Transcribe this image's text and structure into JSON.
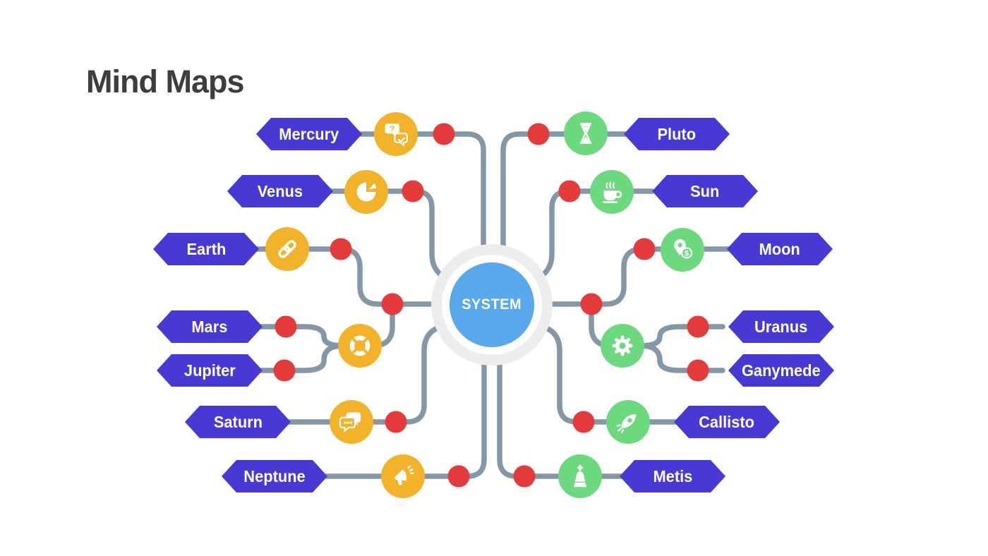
{
  "title": "Mind Maps",
  "center": {
    "label": "SYSTEM"
  },
  "colors": {
    "node": "#4839D4",
    "line": "#8497A6",
    "dot": "#E33B3B",
    "left_accent": "#F2B32A",
    "right_accent": "#6CD97E",
    "center_fill": "#59A8EC",
    "center_ring": "#EDEDED",
    "title": "#3D3D3D"
  },
  "branches": {
    "left": [
      {
        "label": "Mercury",
        "icon": "qa-chat-icon"
      },
      {
        "label": "Venus",
        "icon": "pie-chart-icon"
      },
      {
        "label": "Earth",
        "icon": "chain-link-icon"
      },
      {
        "label": "Mars",
        "icon": "lifebuoy-icon"
      },
      {
        "label": "Jupiter",
        "icon": "lifebuoy-icon"
      },
      {
        "label": "Saturn",
        "icon": "chat-dots-icon"
      },
      {
        "label": "Neptune",
        "icon": "megaphone-icon"
      }
    ],
    "right": [
      {
        "label": "Pluto",
        "icon": "hourglass-icon"
      },
      {
        "label": "Sun",
        "icon": "coffee-cup-icon"
      },
      {
        "label": "Moon",
        "icon": "money-pin-icon"
      },
      {
        "label": "Uranus",
        "icon": "gear-icon"
      },
      {
        "label": "Ganymede",
        "icon": "gear-icon"
      },
      {
        "label": "Callisto",
        "icon": "rocket-icon"
      },
      {
        "label": "Metis",
        "icon": "chess-king-icon"
      }
    ]
  }
}
